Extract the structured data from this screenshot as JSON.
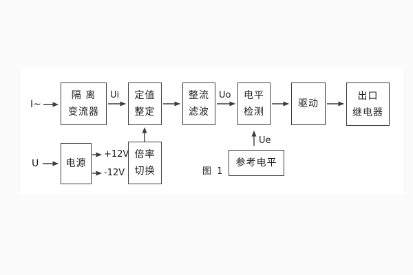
{
  "figure": {
    "caption": "图 1",
    "colors": {
      "line": "#3c3c3c",
      "photo_background": "#ffffff",
      "page_background": "#fbfbfb"
    },
    "inputs": {
      "current": "I~",
      "voltage": "U"
    },
    "signals": {
      "ui": "Ui",
      "uo": "Uo",
      "ue": "Ue"
    },
    "supply": {
      "positive": "+12V",
      "negative": "-12V"
    },
    "blocks": {
      "isolation": {
        "line1": "隔 离",
        "line2": "变流器"
      },
      "setting": {
        "line1": "定值",
        "line2": "整定"
      },
      "rectify": {
        "line1": "整流",
        "line2": "滤波"
      },
      "level": {
        "line1": "电平",
        "line2": "检测"
      },
      "drive": {
        "line1": "驱动"
      },
      "relay": {
        "line1": "出口",
        "line2": "继电器"
      },
      "power": {
        "line1": "电源"
      },
      "ratio": {
        "line1": "倍率",
        "line2": "切换"
      },
      "reference": {
        "line1": "参考电平"
      }
    }
  }
}
